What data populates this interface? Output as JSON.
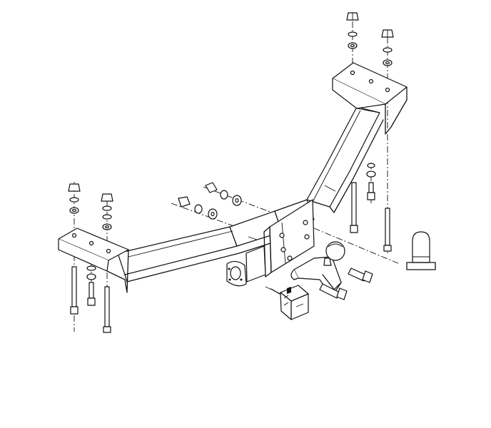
{
  "diagram": {
    "colors": {
      "line": "#111111",
      "background": "#ffffff"
    },
    "components": [
      "tow-bar-crossmember",
      "right-mounting-bracket",
      "left-mounting-bracket",
      "central-hitch-plate",
      "tow-ball",
      "socket-plate",
      "electrical-socket",
      "socket-protective-cap",
      "bolt-nut-washer-sets"
    ]
  }
}
